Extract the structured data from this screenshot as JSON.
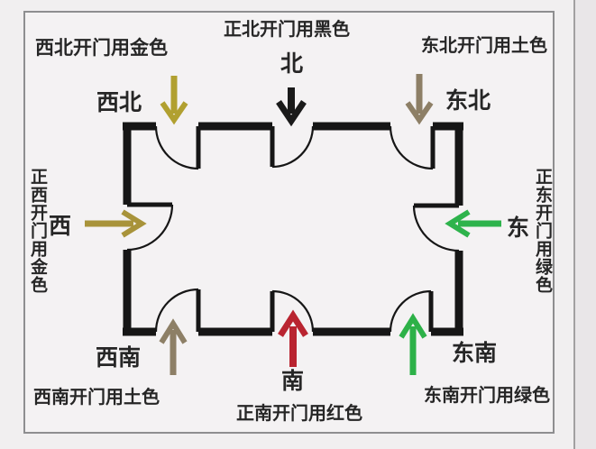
{
  "floorplan": {
    "wall_color": "#161616",
    "doors": [
      {
        "id": "northwest",
        "caption": "西北开门用金色",
        "direction_label": "西北",
        "arrow_color": "#b1a030"
      },
      {
        "id": "north",
        "caption": "正北开门用黑色",
        "direction_label": "北",
        "arrow_color": "#1a1a1a"
      },
      {
        "id": "northeast",
        "caption": "东北开门用土色",
        "direction_label": "东北",
        "arrow_color": "#8d7f66"
      },
      {
        "id": "west",
        "caption": "正西开门用金色",
        "direction_label": "西",
        "arrow_color": "#a8933a"
      },
      {
        "id": "east",
        "caption": "正东开门用绿色",
        "direction_label": "东",
        "arrow_color": "#2eb34c"
      },
      {
        "id": "southwest",
        "caption": "西南开门用土色",
        "direction_label": "西南",
        "arrow_color": "#8d7f66"
      },
      {
        "id": "south",
        "caption": "正南开门用红色",
        "direction_label": "南",
        "arrow_color": "#b92430"
      },
      {
        "id": "southeast",
        "caption": "东南开门用绿色",
        "direction_label": "东南",
        "arrow_color": "#2db148"
      }
    ]
  }
}
